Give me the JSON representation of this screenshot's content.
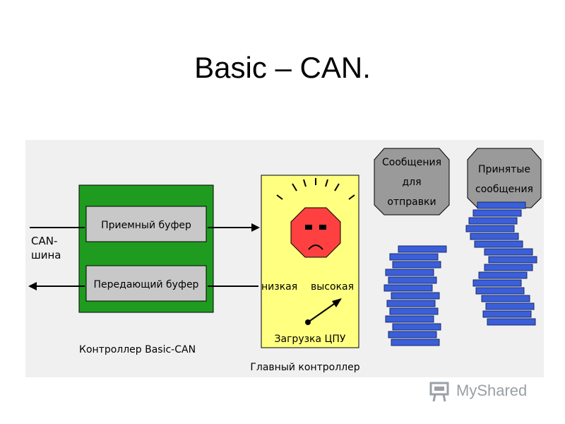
{
  "title": "Basic – CAN.",
  "diagram": {
    "bus_label": [
      "CAN-",
      "шина"
    ],
    "controller_label": "Контроллер Basic-CAN",
    "rx_buffer": "Приемный буфер",
    "tx_buffer": "Передающий буфер",
    "host_label": "Главный контроллер",
    "cpu_low": "низкая",
    "cpu_high": "высокая",
    "cpu_load": "Загрузка ЦПУ",
    "send_queue_label": [
      "Сообщения",
      "для",
      "отправки"
    ],
    "received_label": [
      "Принятые",
      "сообщения"
    ],
    "send_stack_count": 13,
    "received_stack_count": 16
  },
  "watermark": {
    "text": "MyShared"
  },
  "colors": {
    "controller_green": "#1f9c1f",
    "buffer_gray": "#c8c8c8",
    "host_yellow": "#ffff80",
    "face_red": "#ff4040",
    "message_blue": "#3a5fd8",
    "octagon_gray": "#9a9a9a"
  }
}
